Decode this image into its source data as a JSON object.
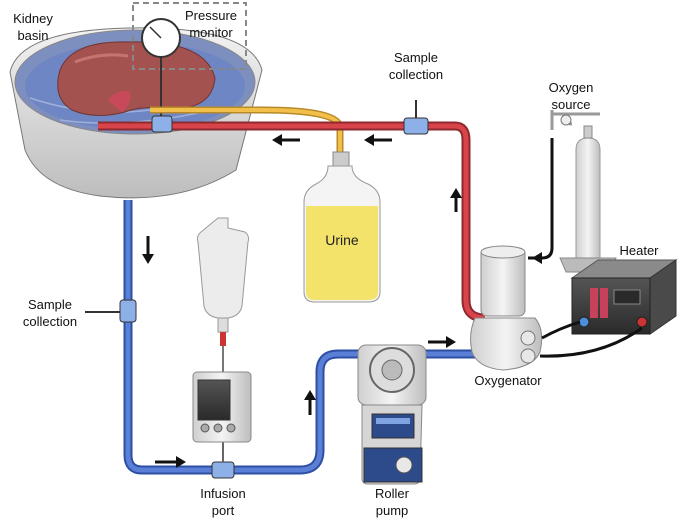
{
  "labels": {
    "kidney_basin": [
      "Kidney",
      "basin"
    ],
    "pressure_monitor": [
      "Pressure",
      "monitor"
    ],
    "sample_collection_top": [
      "Sample",
      "collection"
    ],
    "oxygen_source": [
      "Oxygen",
      "source"
    ],
    "heater": "Heater",
    "urine": "Urine",
    "sample_collection_left": [
      "Sample",
      "collection"
    ],
    "oxygenator": "Oxygenator",
    "roller_pump": [
      "Roller",
      "pump"
    ],
    "infusion_port": [
      "Infusion",
      "port"
    ]
  },
  "colors": {
    "arterial_tube": "#d9434a",
    "venous_tube": "#5b7fd6",
    "urine_tube": "#f2c04a",
    "urine_fluid": "#f3e36a",
    "kidney": "#a4524f",
    "basin_water": "#6f86c4",
    "cable": "#111111"
  },
  "icons": {
    "flow_arrows": "arrow-icon",
    "gauge": "pressure-gauge-icon",
    "oxygen_tank": "gas-cylinder-icon"
  }
}
